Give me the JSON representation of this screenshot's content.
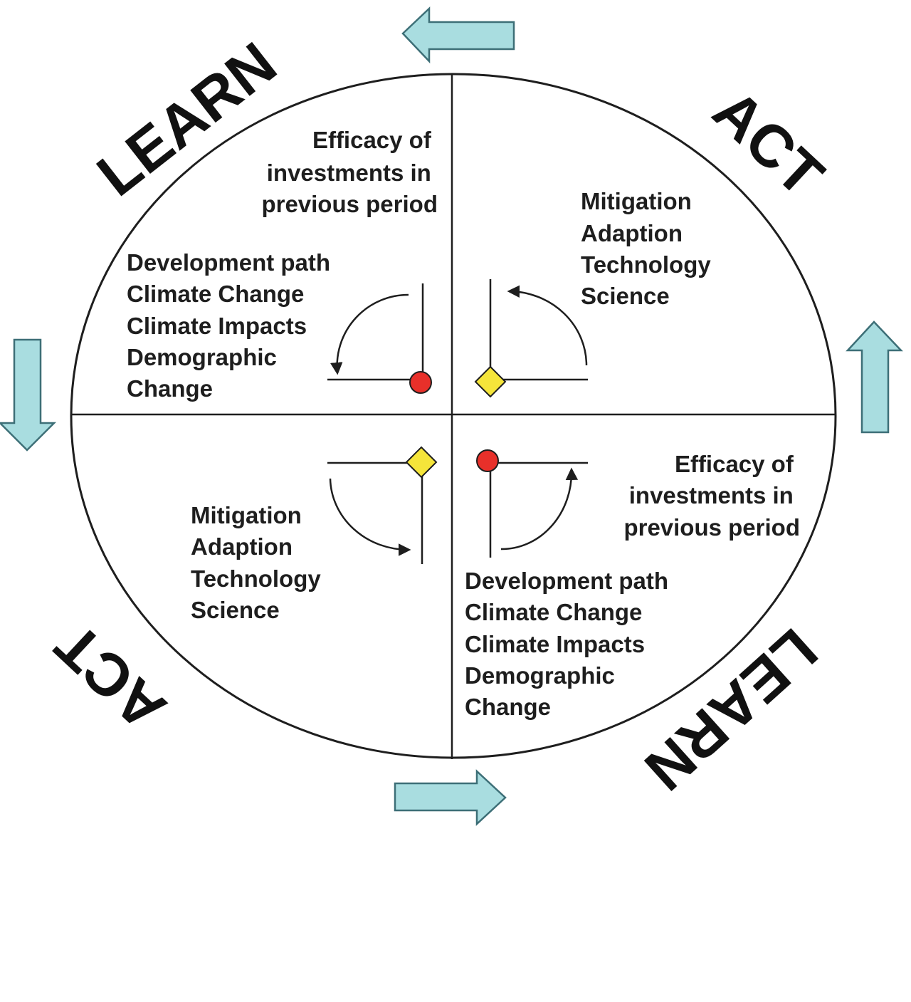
{
  "colors": {
    "arrow_fill": "#a9dde0",
    "arrow_stroke": "#3d6f77",
    "line": "#1e1e1e",
    "circle_marker": "#e8302a",
    "diamond_marker": "#f5e53a"
  },
  "phases": {
    "learn_top": "LEARN",
    "act_top": "ACT",
    "act_bottom": "ACT",
    "learn_bottom": "LEARN"
  },
  "quadrants": {
    "top_left": {
      "efficacy": [
        "Efficacy of",
        "investments in",
        "previous period"
      ],
      "factors": [
        "Development path",
        "Climate Change",
        "Climate Impacts",
        "Demographic",
        "Change"
      ]
    },
    "top_right": {
      "actions": [
        "Mitigation",
        "Adaption",
        "Technology",
        "Science"
      ]
    },
    "bottom_left": {
      "actions": [
        "Mitigation",
        "Adaption",
        "Technology",
        "Science"
      ]
    },
    "bottom_right": {
      "efficacy": [
        "Efficacy of",
        "investments in",
        "previous period"
      ],
      "factors": [
        "Development path",
        "Climate Change",
        "Climate Impacts",
        "Demographic",
        "Change"
      ]
    }
  },
  "icons": {
    "flow_arrows": [
      "arrow-left-icon",
      "arrow-up-icon",
      "arrow-right-icon",
      "arrow-down-icon"
    ],
    "markers": [
      "red-circle-icon",
      "yellow-diamond-icon"
    ]
  }
}
